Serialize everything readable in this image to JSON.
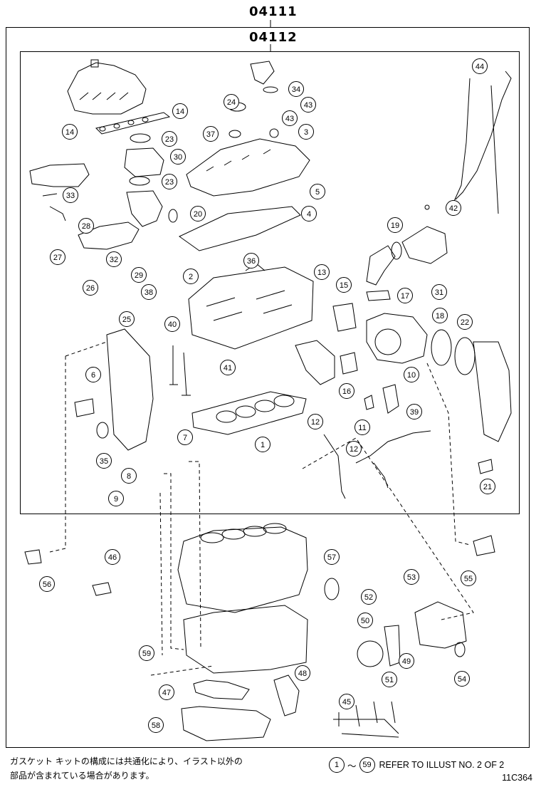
{
  "header": {
    "kit_code_outer": "04111",
    "kit_code_inner": "04112"
  },
  "callouts": {
    "c1": "1",
    "c2": "2",
    "c3": "3",
    "c4": "4",
    "c5": "5",
    "c6": "6",
    "c7": "7",
    "c8": "8",
    "c9": "9",
    "c10": "10",
    "c11": "11",
    "c12a": "12",
    "c12b": "12",
    "c13": "13",
    "c14a": "14",
    "c14b": "14",
    "c15": "15",
    "c16": "16",
    "c17": "17",
    "c18": "18",
    "c19": "19",
    "c20": "20",
    "c21": "21",
    "c22": "22",
    "c23a": "23",
    "c23b": "23",
    "c24": "24",
    "c25": "25",
    "c26": "26",
    "c27": "27",
    "c28": "28",
    "c29": "29",
    "c30": "30",
    "c31": "31",
    "c32": "32",
    "c33": "33",
    "c34": "34",
    "c35": "35",
    "c36": "36",
    "c37": "37",
    "c38": "38",
    "c39": "39",
    "c40": "40",
    "c41": "41",
    "c42": "42",
    "c43a": "43",
    "c43b": "43",
    "c44": "44",
    "c45": "45",
    "c46": "46",
    "c47": "47",
    "c48": "48",
    "c49": "49",
    "c50": "50",
    "c51": "51",
    "c52": "52",
    "c53": "53",
    "c54": "54",
    "c55": "55",
    "c56": "56",
    "c57": "57",
    "c58": "58",
    "c59": "59"
  },
  "footer": {
    "note_line1": "ガスケット キットの構成には共通化により、イラスト以外の",
    "note_line2": "部品が含まれている場合があります。",
    "range_start": "1",
    "range_sep": "～",
    "range_end": "59",
    "refer_text": "REFER TO ILLUST NO. 2 OF 2",
    "diagram_id": "11C364"
  }
}
